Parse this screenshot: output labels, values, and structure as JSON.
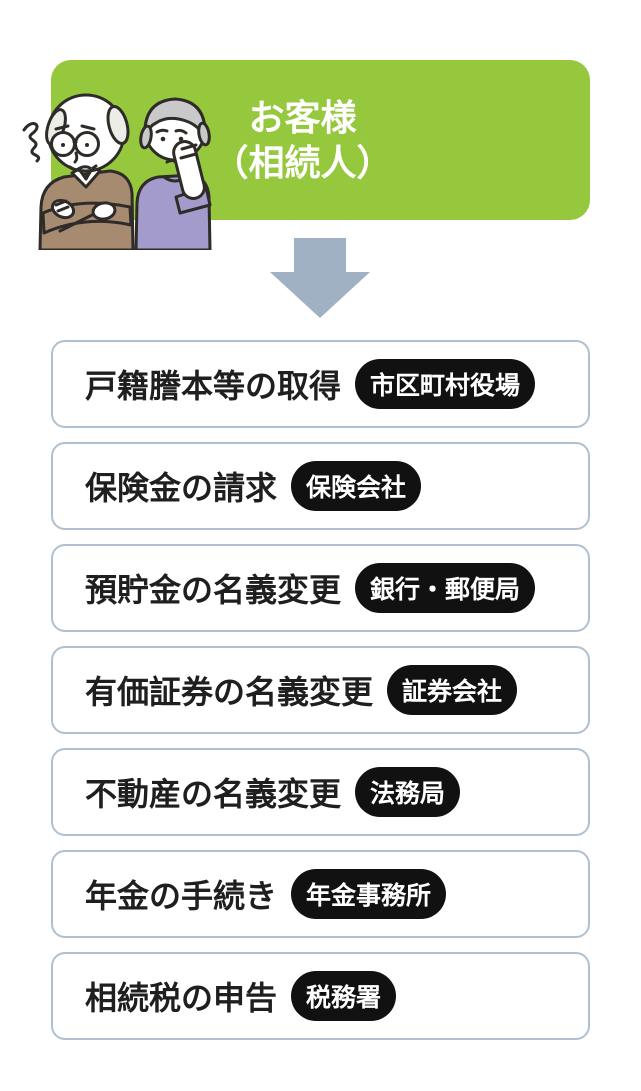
{
  "header": {
    "line1": "お客様",
    "line2": "（相続人）"
  },
  "illustration": {
    "label": "elderly-couple"
  },
  "steps": [
    {
      "label": "戸籍謄本等の取得",
      "badge": "市区町村役場"
    },
    {
      "label": "保険金の請求",
      "badge": "保険会社"
    },
    {
      "label": "預貯金の名義変更",
      "badge": "銀行・郵便局"
    },
    {
      "label": "有価証券の名義変更",
      "badge": "証券会社"
    },
    {
      "label": "不動産の名義変更",
      "badge": "法務局"
    },
    {
      "label": "年金の手続き",
      "badge": "年金事務所"
    },
    {
      "label": "相続税の申告",
      "badge": "税務署"
    }
  ],
  "colors": {
    "green": "#95C83C",
    "arrow": "#9FB1C2",
    "step_border": "#AFC1D1",
    "badge_bg": "#111111",
    "label_text": "#1F1F1F",
    "header_text": "#FFFFFF",
    "man_sweater": "#A68B71",
    "woman_top": "#A39BCB",
    "hair_gray": "#C9C9C9",
    "man_hair": "#EDEDE8",
    "outline": "#2E2B28"
  }
}
